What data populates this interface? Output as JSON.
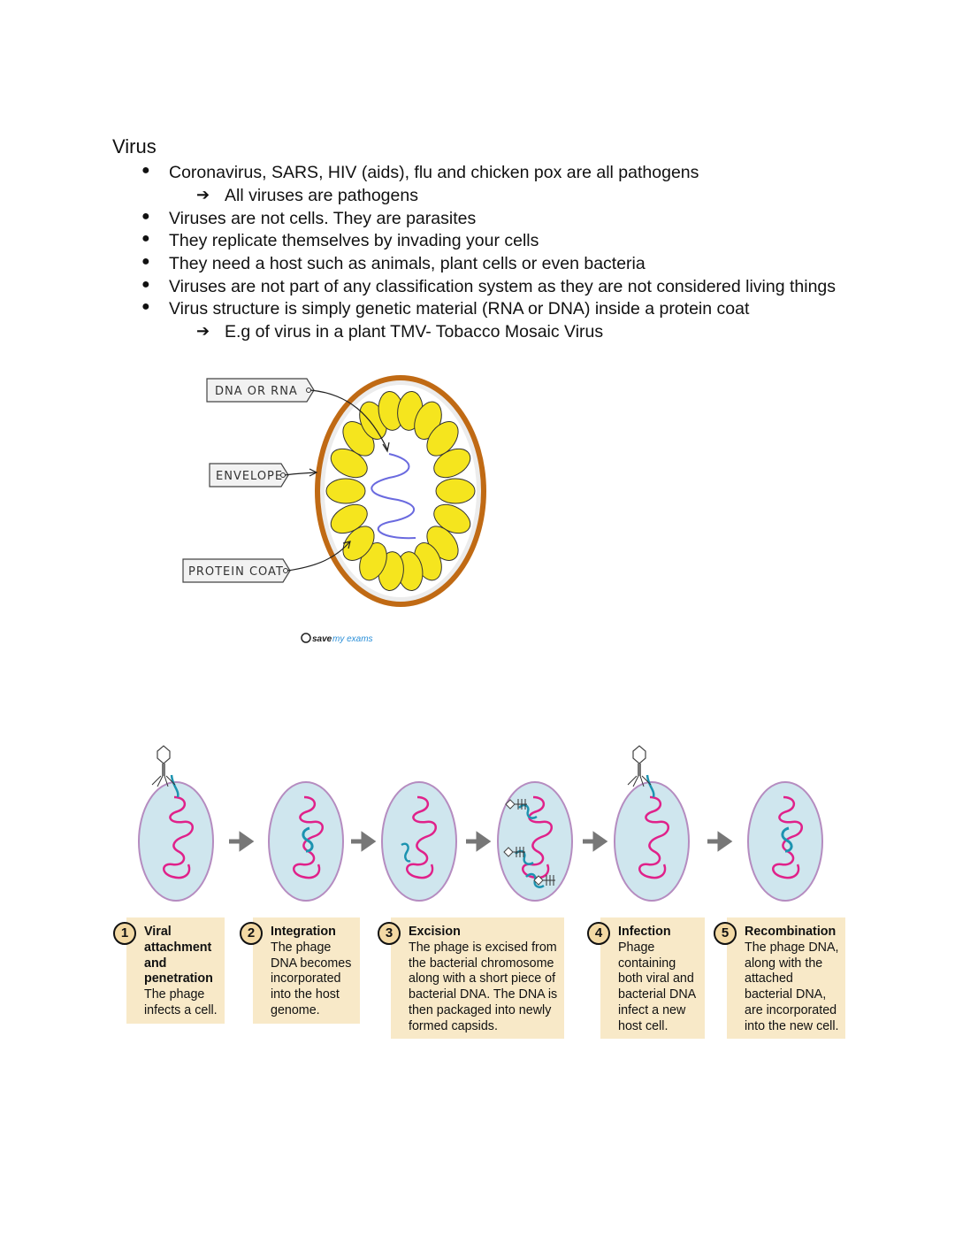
{
  "heading": "Virus",
  "bullets": [
    {
      "text": "Coronavirus, SARS, HIV (aids), flu and chicken pox are all pathogens",
      "sub": "All viruses are pathogens"
    },
    {
      "text": "Viruses are not cells. They are parasites"
    },
    {
      "text": "They replicate themselves by invading your cells"
    },
    {
      "text": "They need a host such as animals, plant cells or even bacteria"
    },
    {
      "text": "Viruses are not part of any classification system as they are not considered living things"
    },
    {
      "text": "Virus structure is simply genetic material (RNA or DNA) inside a protein coat",
      "sub": "E.g of virus in a plant TMV- Tobacco Mosaic Virus"
    }
  ],
  "bullet_glyph": "●",
  "arrow_glyph": "➔",
  "virus_diagram": {
    "labels": [
      "DNA OR RNA",
      "ENVELOPE",
      "PROTEIN COAT"
    ],
    "logo_text": "save my exams",
    "colors": {
      "envelope": "#c06a14",
      "capsomere": "#f5e51e",
      "nucleic": "#6a6adf"
    }
  },
  "lysogenic_cycle": {
    "steps": [
      {
        "num": "1",
        "title": "Viral attachment and penetration",
        "body": "The phage infects a cell."
      },
      {
        "num": "2",
        "title": "Integration",
        "body": "The phage DNA becomes incorporated into the host genome."
      },
      {
        "num": "3",
        "title": "Excision",
        "body": "The phage is excised from the bacterial chromosome along with a short piece of bacterial DNA. The DNA is then packaged into newly formed capsids."
      },
      {
        "num": "4",
        "title": "Infection",
        "body": "Phage containing both viral and bacterial DNA infect a new host cell."
      },
      {
        "num": "5",
        "title": "Recombination",
        "body": "The phage DNA, along with the attached bacterial DNA, are incorporated into the new cell."
      }
    ],
    "colors": {
      "cell_fill": "#cfe6ee",
      "cell_border": "#b58cc0",
      "host_dna": "#e0218a",
      "viral_dna": "#1c93b0",
      "card": "#f8e9c8"
    }
  }
}
